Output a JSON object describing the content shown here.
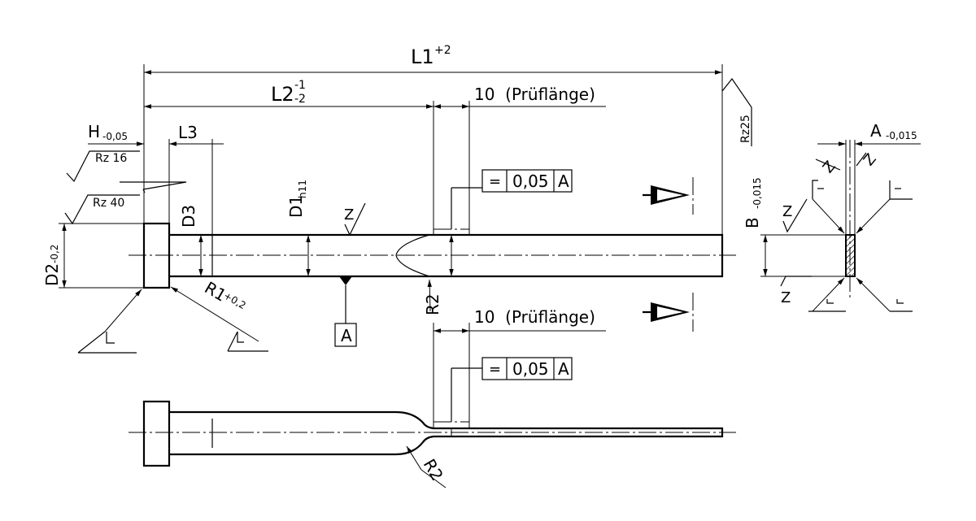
{
  "dimensions": {
    "L1": "L1",
    "L1_tol": "+2",
    "L2": "L2",
    "L2_tol_upper": "-1",
    "L2_tol_lower": "-2",
    "L3": "L3",
    "H": "H",
    "H_tol": "-0,05",
    "D1": "D1",
    "D1_tol": "h11",
    "D2": "D2",
    "D2_tol": "-0,2",
    "D3": "D3",
    "R1": "R1",
    "R1_tol": "+0,2",
    "R2_top": "R2",
    "R2_bottom": "R2",
    "A": "A",
    "A_tol": "-0,015",
    "B": "B",
    "B_tol": "-0,015",
    "test_length_top": "10  (Prüflänge)",
    "test_length_bottom": "10  (Prüflänge)"
  },
  "surface": {
    "rz25": "Rz25",
    "rz16": "Rz 16",
    "rz40": "Rz 40",
    "z": "Z"
  },
  "tolerance_frame_top": {
    "symbol": "=",
    "value": "0,05",
    "datum": "A"
  },
  "tolerance_frame_bottom": {
    "symbol": "=",
    "value": "0,05",
    "datum": "A"
  },
  "datum_label": "A"
}
